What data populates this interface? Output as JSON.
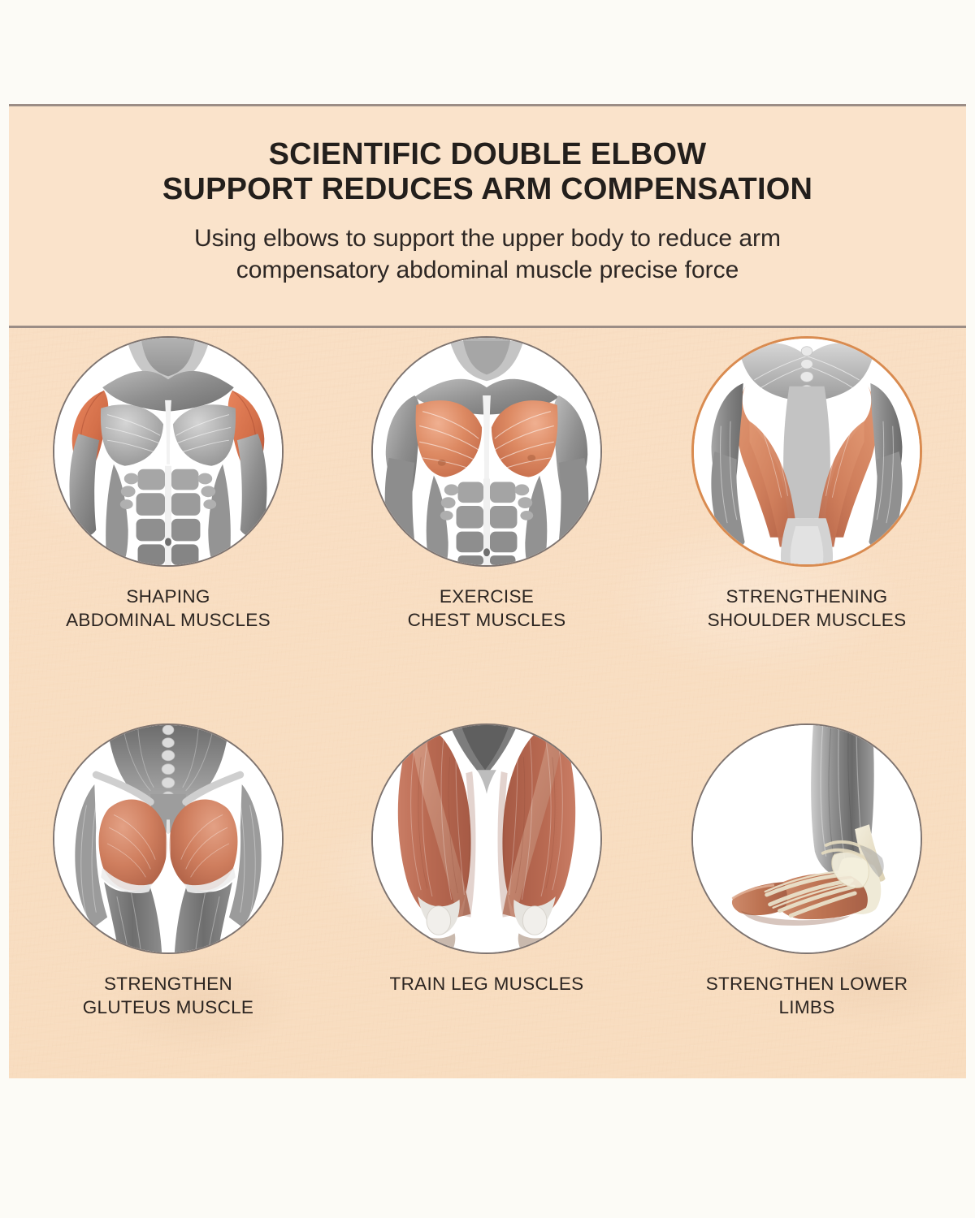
{
  "header": {
    "title_lines": [
      "SCIENTIFIC DOUBLE ELBOW",
      "SUPPORT REDUCES ARM COMPENSATION"
    ],
    "subtitle_lines": [
      "Using elbows to support the upper body to reduce arm",
      "compensatory abdominal muscle precise force"
    ],
    "background_color": "#fae3cb",
    "divider_color": "#9b8d86",
    "title_color": "#231f1c"
  },
  "body": {
    "background_color": "#f9dfc4",
    "caption_color": "#2c2521",
    "circle_border_color": "#7e7470",
    "accent_border_color": "#d98b50",
    "muscle_highlight_color": "#d4704a"
  },
  "cells": [
    {
      "id": "shaping-abdominal-muscles",
      "illustration": "front-torso-deltoids-highlighted",
      "accent": false,
      "caption_lines": [
        "SHAPING",
        "ABDOMINAL MUSCLES"
      ]
    },
    {
      "id": "exercise-chest-muscles",
      "illustration": "front-torso-pectorals-highlighted",
      "accent": false,
      "caption_lines": [
        "EXERCISE",
        "CHEST MUSCLES"
      ]
    },
    {
      "id": "strengthening-shoulder-muscles",
      "illustration": "back-torso-latissimus-highlighted",
      "accent": true,
      "caption_lines": [
        "STRENGTHENING",
        "SHOULDER MUSCLES"
      ]
    },
    {
      "id": "strengthen-gluteus-muscle",
      "illustration": "gluteus-maximus-highlighted",
      "accent": false,
      "caption_lines": [
        "STRENGTHEN",
        "GLUTEUS MUSCLE"
      ]
    },
    {
      "id": "train-leg-muscles",
      "illustration": "thigh-quadriceps-highlighted",
      "accent": false,
      "caption_lines": [
        "TRAIN LEG MUSCLES"
      ]
    },
    {
      "id": "strengthen-lower-limbs",
      "illustration": "foot-ankle-tendons",
      "accent": false,
      "caption_lines": [
        "STRENGTHEN LOWER",
        "LIMBS"
      ]
    }
  ]
}
